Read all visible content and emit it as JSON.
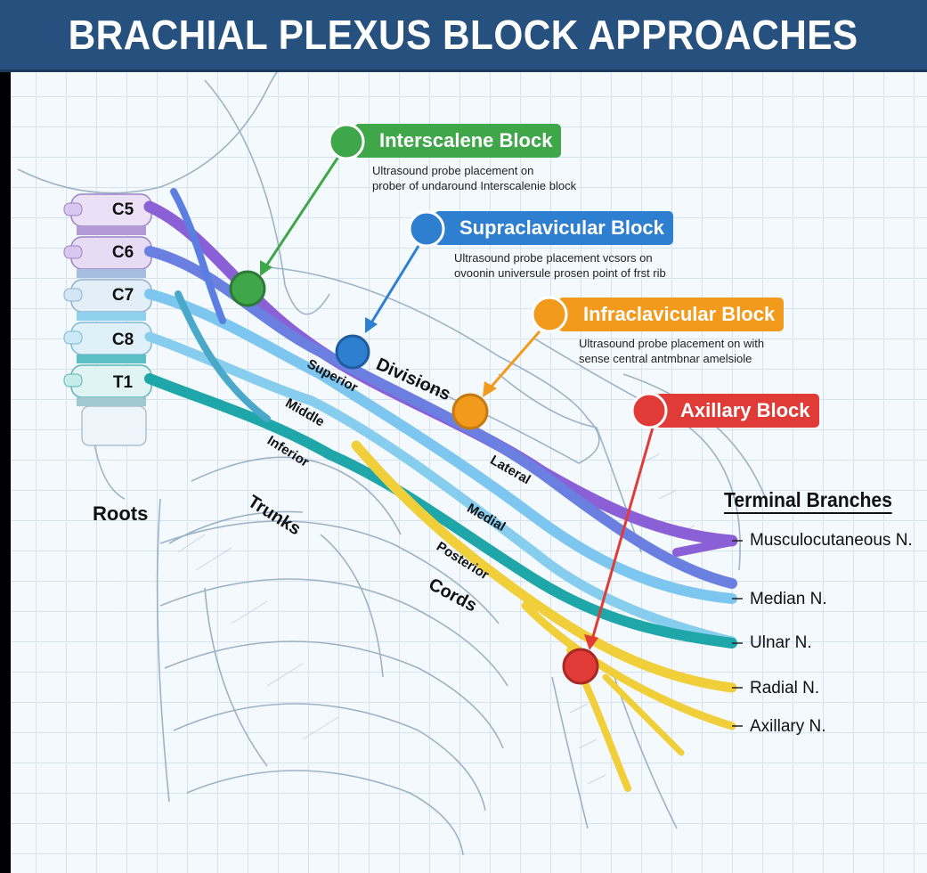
{
  "title": "BRACHIAL PLEXUS BLOCK APPROACHES",
  "roots": [
    "C5",
    "C6",
    "C7",
    "C8",
    "T1"
  ],
  "regions": {
    "roots": "Roots",
    "trunks": "Trunks",
    "divisions": "Divisions",
    "cords": "Cords",
    "terminal_branches": "Terminal Branches"
  },
  "trunks": {
    "superior": "Superior",
    "middle": "Middle",
    "inferior": "Inferior"
  },
  "cords": {
    "lateral": "Lateral",
    "medial": "Medial",
    "posterior": "Posterior"
  },
  "blocks": [
    {
      "name": "Interscalene Block",
      "color": "#3fa64a",
      "desc_line1": "Ultrasound probe placement on",
      "desc_line2": "prober of undaround Interscalenie block"
    },
    {
      "name": "Supraclavicular Block",
      "color": "#2f7fd0",
      "desc_line1": "Ultrasound probe placement vcsors on",
      "desc_line2": "ovoonin universule prosen point of frst rib"
    },
    {
      "name": "Infraclavicular Block",
      "color": "#f29a1c",
      "desc_line1": "Ultrasound probe placement on with",
      "desc_line2": "sense central antmbnar amelsiole"
    },
    {
      "name": "Axillary Block",
      "color": "#e03b36"
    }
  ],
  "terminal_branches": [
    "Musculocutaneous N.",
    "Median N.",
    "Ulnar N.",
    "Radial N.",
    "Axillary N."
  ],
  "colors": {
    "header": "#26507e",
    "nerve_purple": "#8b5fd6",
    "nerve_blue": "#5a7fe0",
    "nerve_lightblue": "#7cc6ef",
    "nerve_teal": "#1fa6a8",
    "nerve_yellow": "#f0cf3a"
  }
}
